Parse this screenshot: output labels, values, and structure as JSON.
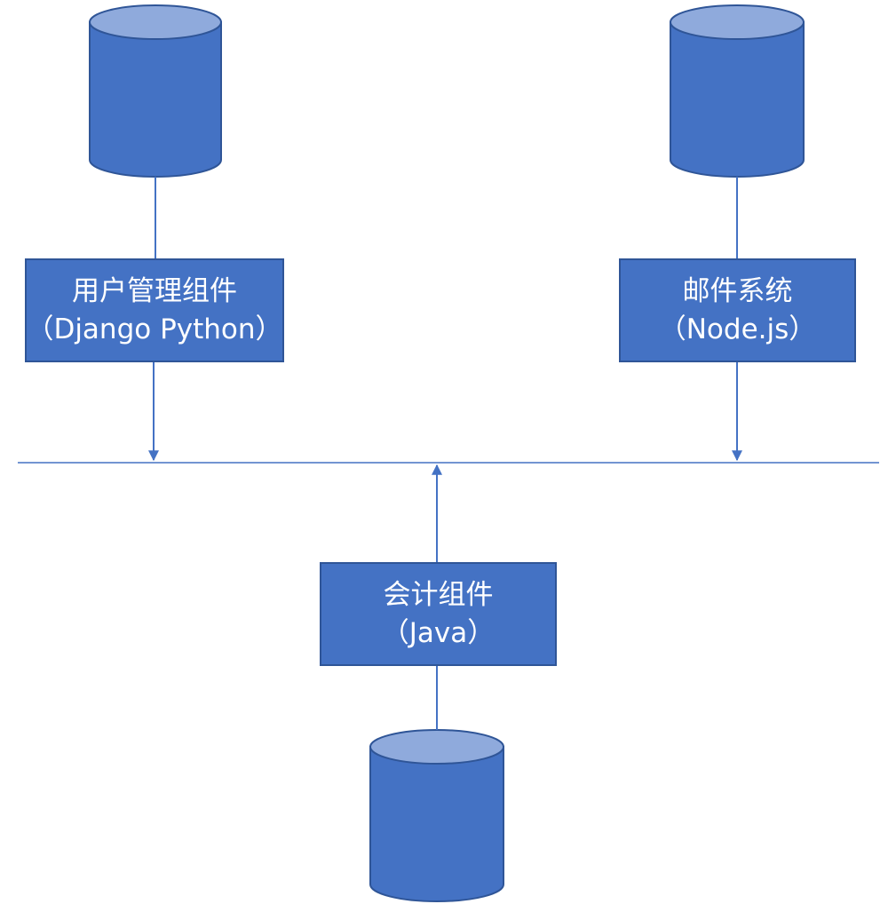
{
  "components": {
    "user_management": {
      "name": "用户管理组件",
      "tech": "（Django Python）"
    },
    "mail_system": {
      "name": "邮件系统",
      "tech": "（Node.js）"
    },
    "accounting": {
      "name": "会计组件",
      "tech": "（Java）"
    }
  },
  "colors": {
    "primary": "#4472C4",
    "outline": "#2F5597",
    "cylinder_top": "#8FAADC",
    "text": "#ffffff",
    "background": "#ffffff"
  }
}
